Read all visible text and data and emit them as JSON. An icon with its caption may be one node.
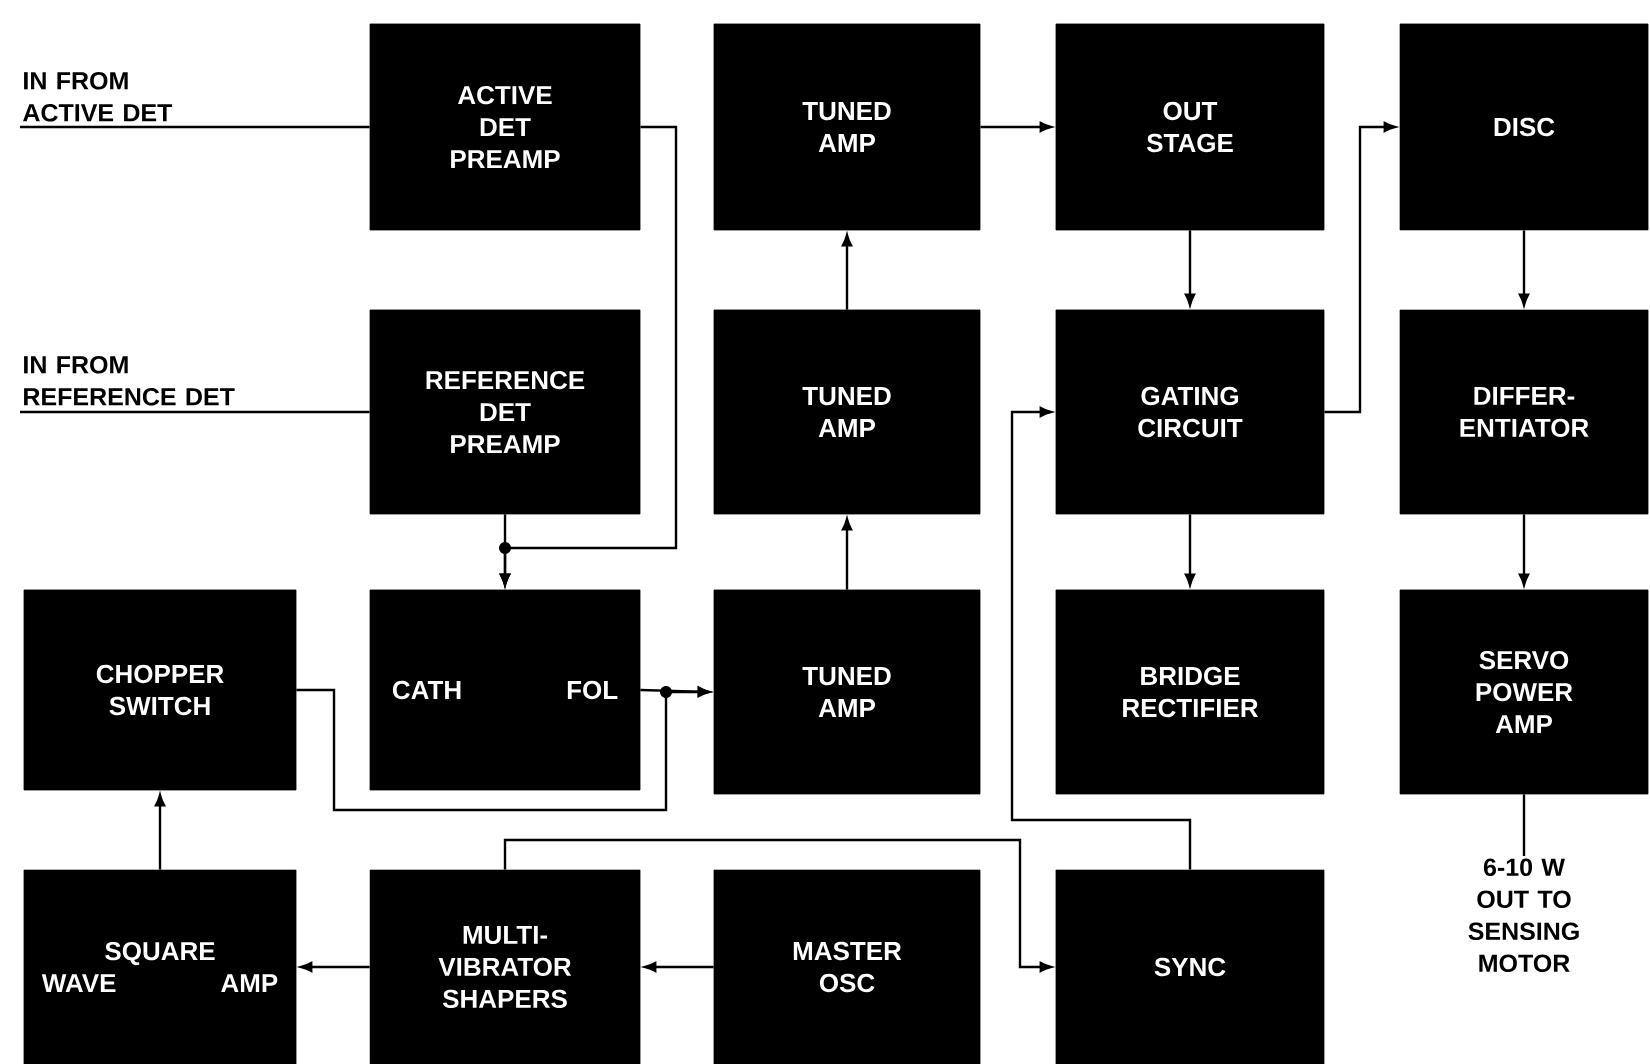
{
  "diagram": {
    "nodes": [
      {
        "text": [
          "IN FROM ACTIVE DET"
        ]
      },
      {
        "text": [
          "ACTIVE DET PREAMP"
        ]
      },
      {
        "text": [
          "TUNED AMP"
        ]
      },
      {
        "text": [
          "OUT STAGE"
        ]
      },
      {
        "text": [
          "DISC"
        ]
      },
      {
        "text": [
          "IN FROM REFERENCE DET"
        ]
      },
      {
        "text": [
          "REFERENCE DET PREAMP"
        ]
      },
      {
        "text": [
          "TUNED AMP"
        ]
      },
      {
        "text": [
          "GATING CIRCUIT"
        ]
      },
      {
        "text": [
          "DIFFER- ENTIATOR"
        ]
      },
      {
        "text": [
          "CHOPPER SWITCH"
        ]
      },
      {
        "text": [
          "CATH FOL"
        ]
      },
      {
        "text": [
          "TUNED AMP"
        ]
      },
      {
        "text": [
          "BRIDGE RECTIFIER"
        ]
      },
      {
        "text": [
          "SERVO POWER AMP"
        ]
      },
      {
        "text": [
          "SQUARE WAVE AMP"
        ]
      },
      {
        "text": [
          "MULTI- VIBRATOR SHAPERS"
        ]
      },
      {
        "text": [
          "MASTER OSC"
        ]
      },
      {
        "text": [
          "SYNC"
        ]
      },
      {
        "text": [
          "6-10 W OUT TO SENSING MOTOR"
        ]
      }
    ],
    "edges": [
      {
        "from": 0,
        "to": 1,
        "arrow": "none"
      },
      {
        "from": 5,
        "to": 6,
        "arrow": "none"
      },
      {
        "from": 1,
        "to": 11,
        "arrow": "to"
      },
      {
        "from": 6,
        "to": 11,
        "arrow": "to"
      },
      {
        "from": 11,
        "to": 12,
        "arrow": "to"
      },
      {
        "from": 10,
        "to": 12,
        "arrow": "to"
      },
      {
        "from": 12,
        "to": 7,
        "arrow": "to"
      },
      {
        "from": 7,
        "to": 2,
        "arrow": "to"
      },
      {
        "from": 2,
        "to": 3,
        "arrow": "to"
      },
      {
        "from": 3,
        "to": 8,
        "arrow": "to"
      },
      {
        "from": 8,
        "to": 13,
        "arrow": "to"
      },
      {
        "from": 8,
        "to": 4,
        "arrow": "to"
      },
      {
        "from": 4,
        "to": 9,
        "arrow": "to"
      },
      {
        "from": 9,
        "to": 14,
        "arrow": "to"
      },
      {
        "from": 14,
        "to": 19,
        "arrow": "none"
      },
      {
        "from": 15,
        "to": 10,
        "arrow": "to"
      },
      {
        "from": 17,
        "to": 16,
        "arrow": "to"
      },
      {
        "from": 16,
        "to": 15,
        "arrow": "to"
      },
      {
        "from": 16,
        "to": 18,
        "arrow": "to"
      },
      {
        "from": 18,
        "to": 8,
        "arrow": "to"
      }
    ]
  }
}
